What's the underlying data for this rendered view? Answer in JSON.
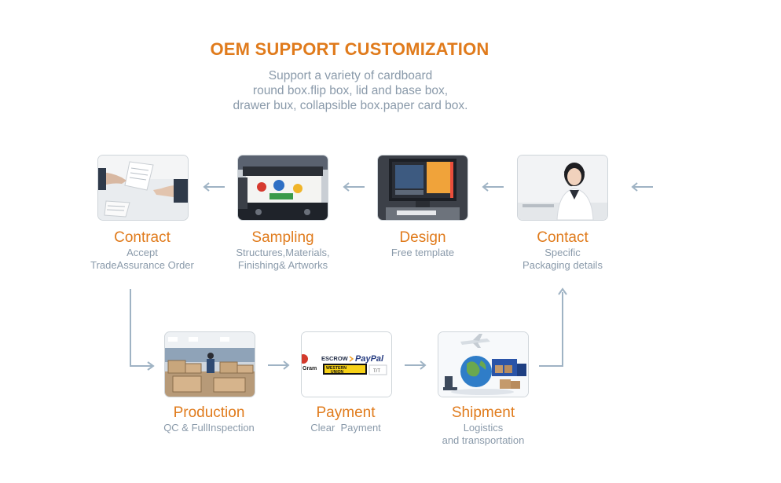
{
  "header": {
    "title": "OEM SUPPORT CUSTOMIZATION",
    "subtitle_lines": [
      "Support a variety of cardboard",
      "round box.flip box, lid and base box,",
      "drawer bux, collapsible box.paper card box."
    ]
  },
  "steps": [
    {
      "title": "Contract",
      "desc": [
        "Accept",
        "TradeAssurance Order"
      ]
    },
    {
      "title": "Sampling",
      "desc": [
        "Structures,Materials,",
        "Finishing& Artworks"
      ]
    },
    {
      "title": "Design",
      "desc": [
        "Free template"
      ]
    },
    {
      "title": "Contact",
      "desc": [
        "Specific",
        "Packaging details"
      ]
    },
    {
      "title": "Production",
      "desc": [
        "QC & FullInspection"
      ]
    },
    {
      "title": "Payment",
      "desc": [
        "Clear  Payment"
      ]
    },
    {
      "title": "Shipment",
      "desc": [
        "Logistics",
        "and transportation"
      ]
    }
  ],
  "payment_logos": {
    "escrow": "ESCROW",
    "paypal": "PayPal",
    "western_union_line1": "WESTERN",
    "western_union_line2": "UNION",
    "tt": "T/T",
    "moneygram_partial": "Gram"
  },
  "colors": {
    "accent": "#e07b1c",
    "text_muted": "#8a9aaa",
    "arrow": "#9fb3c4"
  }
}
